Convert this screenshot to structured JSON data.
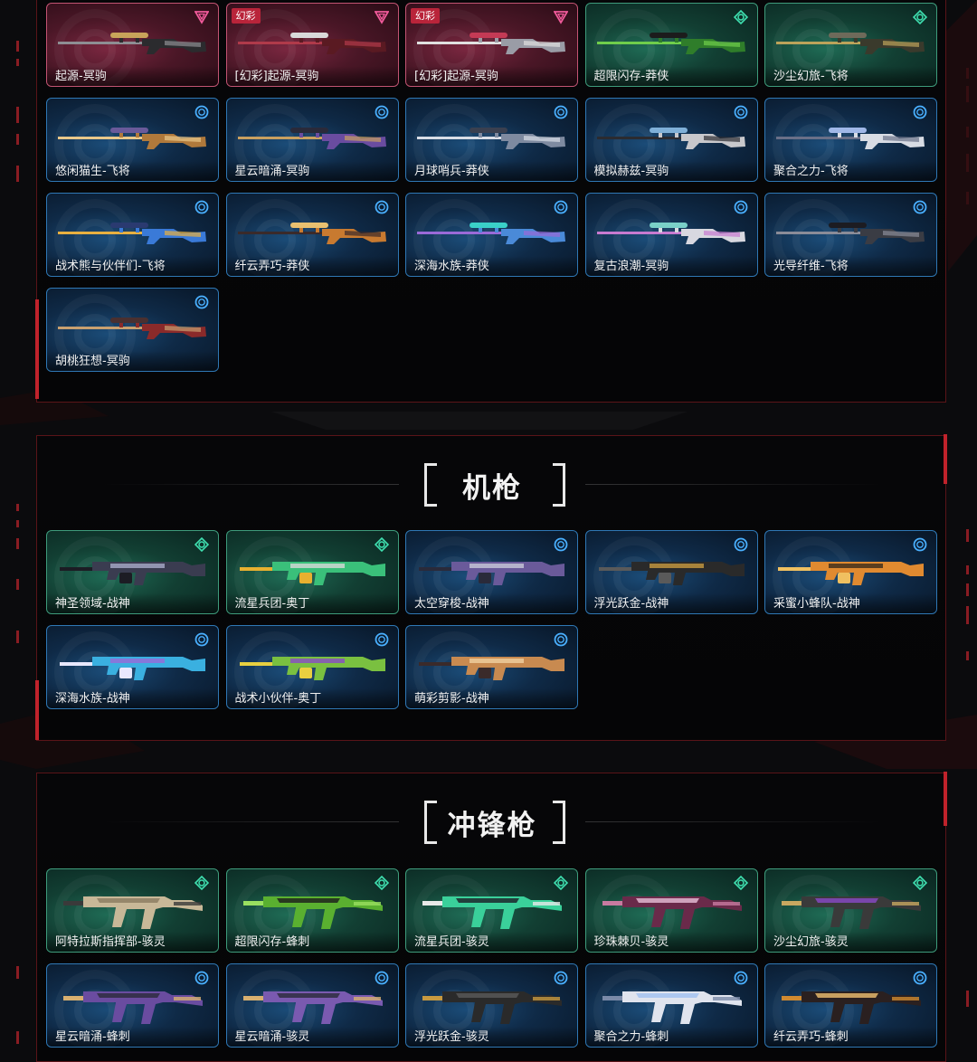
{
  "sections": [
    {
      "id": "sniper",
      "title": "",
      "cards": [
        {
          "name": "起源-冥驹",
          "tier": "exclusive",
          "badge": "",
          "colors": [
            "#2b2b2e",
            "#8e8e93",
            "#c8a45a"
          ]
        },
        {
          "name": "[幻彩]起源-冥驹",
          "tier": "exclusive",
          "badge": "幻彩",
          "colors": [
            "#5a1a22",
            "#b03a4a",
            "#d9d9d9"
          ]
        },
        {
          "name": "[幻彩]起源-冥驹",
          "tier": "exclusive",
          "badge": "幻彩",
          "colors": [
            "#9a9ca6",
            "#e0e0e0",
            "#c43a55"
          ]
        },
        {
          "name": "超限闪存-莽侠",
          "tier": "premium",
          "badge": "",
          "colors": [
            "#2f7d2a",
            "#6fce4b",
            "#1c1c1c"
          ]
        },
        {
          "name": "沙尘幻旅-飞将",
          "tier": "premium",
          "badge": "",
          "colors": [
            "#3a3a2c",
            "#bca35a",
            "#6e6a5a"
          ]
        },
        {
          "name": "悠闲猫生-飞将",
          "tier": "deluxe",
          "badge": "",
          "colors": [
            "#b0793b",
            "#e9c88a",
            "#6a5a9a"
          ]
        },
        {
          "name": "星云暗涌-冥驹",
          "tier": "deluxe",
          "badge": "",
          "colors": [
            "#6a4ca0",
            "#c9a060",
            "#2a2a3a"
          ]
        },
        {
          "name": "月球哨兵-莽侠",
          "tier": "deluxe",
          "badge": "",
          "colors": [
            "#7e8aa0",
            "#d8dde6",
            "#3a4050"
          ]
        },
        {
          "name": "模拟赫兹-冥驹",
          "tier": "deluxe",
          "badge": "",
          "colors": [
            "#c8c8cc",
            "#2b2b30",
            "#7fb0d8"
          ]
        },
        {
          "name": "聚合之力-飞将",
          "tier": "deluxe",
          "badge": "",
          "colors": [
            "#d8dce4",
            "#6a7088",
            "#a0b8e8"
          ]
        },
        {
          "name": "战术熊与伙伴们-飞将",
          "tier": "deluxe",
          "badge": "",
          "colors": [
            "#3a7ad8",
            "#e8b040",
            "#2a3a70"
          ]
        },
        {
          "name": "纤云弄巧-莽侠",
          "tier": "deluxe",
          "badge": "",
          "colors": [
            "#c87a30",
            "#3a2a2a",
            "#e8c070"
          ]
        },
        {
          "name": "深海水族-莽侠",
          "tier": "deluxe",
          "badge": "",
          "colors": [
            "#4a8ad8",
            "#9a6ad8",
            "#3ad0c8"
          ]
        },
        {
          "name": "复古浪潮-冥驹",
          "tier": "deluxe",
          "badge": "",
          "colors": [
            "#d8d8e0",
            "#c87ad0",
            "#7ad0c8"
          ]
        },
        {
          "name": "光导纤维-飞将",
          "tier": "deluxe",
          "badge": "",
          "colors": [
            "#3a3c44",
            "#8a8c98",
            "#1c1c22"
          ]
        },
        {
          "name": "胡桃狂想-冥驹",
          "tier": "deluxe",
          "badge": "",
          "colors": [
            "#8a2a2a",
            "#c8a070",
            "#4a3030"
          ]
        }
      ]
    },
    {
      "id": "mg",
      "title": "机枪",
      "cards": [
        {
          "name": "神圣领域-战神",
          "tier": "premium",
          "badge": "",
          "colors": [
            "#3a3c50",
            "#a8aac8",
            "#1c1c24"
          ]
        },
        {
          "name": "流星兵团-奥丁",
          "tier": "premium",
          "badge": "",
          "colors": [
            "#3ac07a",
            "#d8d8d8",
            "#e8b030"
          ]
        },
        {
          "name": "太空穿梭-战神",
          "tier": "deluxe",
          "badge": "",
          "colors": [
            "#6a5a9a",
            "#c8c8d8",
            "#2a2a3a"
          ]
        },
        {
          "name": "浮光跃金-战神",
          "tier": "deluxe",
          "badge": "",
          "colors": [
            "#2a2a2a",
            "#c89a40",
            "#5a5a5a"
          ]
        },
        {
          "name": "采蜜小蜂队-战神",
          "tier": "deluxe",
          "badge": "",
          "colors": [
            "#e08a30",
            "#3a2a1a",
            "#f0c060"
          ]
        },
        {
          "name": "深海水族-战神",
          "tier": "deluxe",
          "badge": "",
          "colors": [
            "#3ab0e0",
            "#9a6ad8",
            "#e8e8ff"
          ]
        },
        {
          "name": "战术小伙伴-奥丁",
          "tier": "deluxe",
          "badge": "",
          "colors": [
            "#7ac040",
            "#8a4ac8",
            "#e8d040"
          ]
        },
        {
          "name": "萌彩剪影-战神",
          "tier": "deluxe",
          "badge": "",
          "colors": [
            "#c88a50",
            "#f0d0a0",
            "#3a2a2a"
          ]
        }
      ]
    },
    {
      "id": "smg",
      "title": "冲锋枪",
      "cards": [
        {
          "name": "阿特拉斯指挥部-骇灵",
          "tier": "premium",
          "badge": "",
          "colors": [
            "#c8b898",
            "#3a3a3a",
            "#8a7a60"
          ]
        },
        {
          "name": "超限闪存-蜂刺",
          "tier": "premium",
          "badge": "",
          "colors": [
            "#5ab030",
            "#9ae060",
            "#1c1c1c"
          ]
        },
        {
          "name": "流星兵团-骇灵",
          "tier": "premium",
          "badge": "",
          "colors": [
            "#3ad09a",
            "#e8e8e8",
            "#1c1c24"
          ]
        },
        {
          "name": "珍珠棘贝-骇灵",
          "tier": "premium",
          "badge": "",
          "colors": [
            "#6a2a4a",
            "#c87aa0",
            "#e8c0d8"
          ]
        },
        {
          "name": "沙尘幻旅-骇灵",
          "tier": "premium",
          "badge": "",
          "colors": [
            "#3a3a3a",
            "#c8a860",
            "#8a4ac8"
          ]
        },
        {
          "name": "星云暗涌-蜂刺",
          "tier": "deluxe",
          "badge": "",
          "colors": [
            "#6a4ca0",
            "#d8b070",
            "#2a2a3a"
          ]
        },
        {
          "name": "星云暗涌-骇灵",
          "tier": "deluxe",
          "badge": "",
          "colors": [
            "#7a5ab0",
            "#d8b070",
            "#2a2a3a"
          ]
        },
        {
          "name": "浮光跃金-骇灵",
          "tier": "deluxe",
          "badge": "",
          "colors": [
            "#2a2a2a",
            "#c89a40",
            "#5a5a5a"
          ]
        },
        {
          "name": "聚合之力-蜂刺",
          "tier": "deluxe",
          "badge": "",
          "colors": [
            "#e0e4ee",
            "#7a8aa8",
            "#a0c0f0"
          ]
        },
        {
          "name": "纤云弄巧-蜂刺",
          "tier": "deluxe",
          "badge": "",
          "colors": [
            "#2a2020",
            "#d08a30",
            "#f0c070"
          ]
        }
      ]
    }
  ]
}
